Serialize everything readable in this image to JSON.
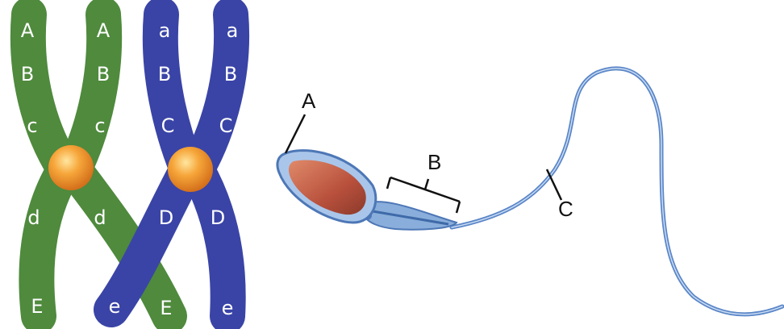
{
  "chromosomes": {
    "green": {
      "left_arm_labels": [
        "A",
        "B",
        "c",
        "d",
        "E"
      ],
      "right_arm_labels": [
        "A",
        "B",
        "c",
        "d",
        "E"
      ]
    },
    "blue": {
      "left_arm_labels": [
        "a",
        "B",
        "C",
        "D",
        "e"
      ],
      "right_arm_labels": [
        "a",
        "B",
        "C",
        "D",
        "e"
      ]
    }
  },
  "sperm": {
    "labels": {
      "head": "A",
      "midpiece": "B",
      "tail": "C"
    }
  },
  "colors": {
    "green_chromosome": "#4f8a3d",
    "blue_chromosome": "#3a44a6",
    "centromere": "#f29a26",
    "sperm_body": "#8fb3d9",
    "sperm_head_inner": "#b55340",
    "tail": "#4a74b8"
  }
}
